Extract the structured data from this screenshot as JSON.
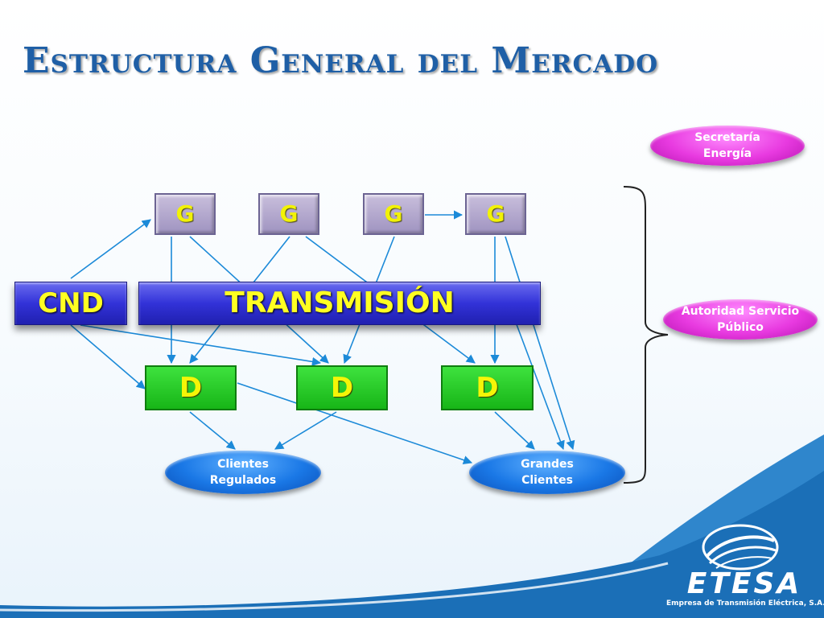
{
  "slide": {
    "title": "Estructura General del Mercado"
  },
  "diagram": {
    "generators": [
      "G",
      "G",
      "G",
      "G"
    ],
    "cnd": "CND",
    "transmission": "TRANSMISIÓN",
    "distributors": [
      "D",
      "D",
      "D"
    ],
    "regulated_clients": [
      "Clientes",
      "Regulados"
    ],
    "large_clients": [
      "Grandes",
      "Clientes"
    ],
    "secretaria": [
      "Secretaría",
      "Energía"
    ],
    "autoridad": [
      "Autoridad Servicio",
      "Público"
    ]
  },
  "logo": {
    "name": "ETESA",
    "tagline": "Empresa de Transmisión Eléctrica, S.A."
  },
  "colors": {
    "title": "#1f5fa6",
    "generator_box": "#a99dc8",
    "transmission_bar": "#3232d8",
    "distributor_box": "#22c322",
    "box_text": "#f2f207",
    "client_pill": "#1a78e6",
    "authority_pill": "#e83ae0",
    "arrow": "#1c8ad8",
    "footer_wave": "#1b6fb7"
  }
}
